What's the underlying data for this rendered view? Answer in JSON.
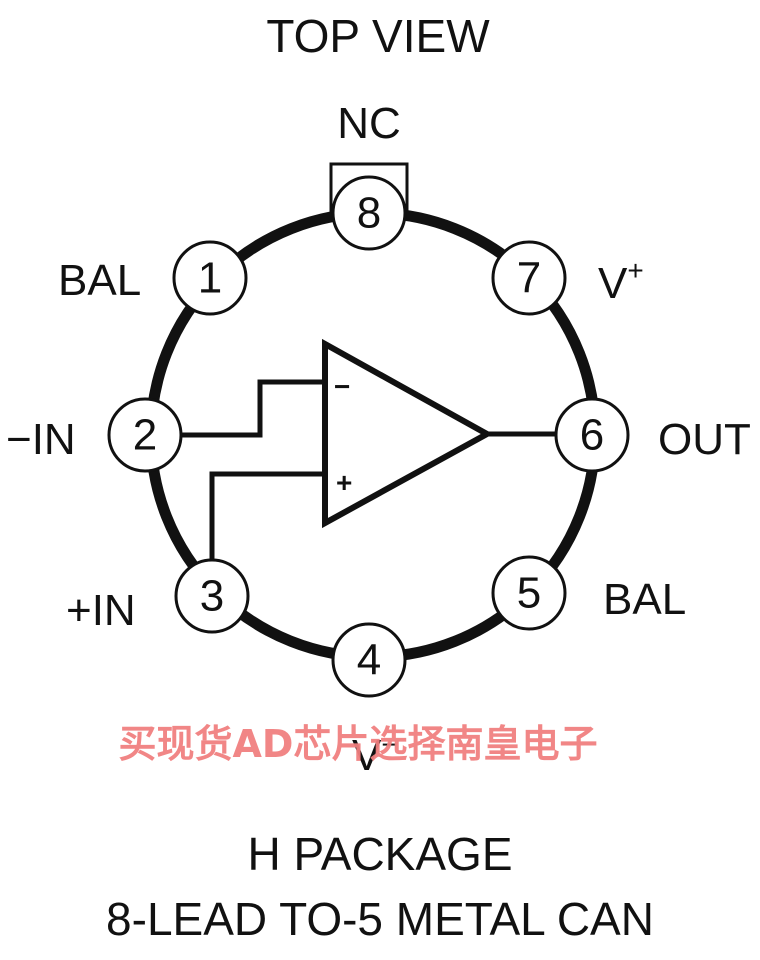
{
  "title": "TOP VIEW",
  "pins": {
    "p1": {
      "number": "1",
      "label": "BAL"
    },
    "p2": {
      "number": "2",
      "label": "−IN"
    },
    "p3": {
      "number": "3",
      "label": "+IN"
    },
    "p4": {
      "number": "4",
      "label": "V"
    },
    "p5": {
      "number": "5",
      "label": "BAL"
    },
    "p6": {
      "number": "6",
      "label": "OUT"
    },
    "p7": {
      "number": "7",
      "label": "V"
    },
    "p8": {
      "number": "8",
      "label": "NC"
    }
  },
  "pin4_sup": "−",
  "pin7_sup": "+",
  "opamp": {
    "minus": "−",
    "plus": "+"
  },
  "watermark": "买现货AD芯片选择南皇电子",
  "package_line1": "H PACKAGE",
  "package_line2": "8-LEAD TO-5 METAL CAN",
  "colors": {
    "ink": "#111111",
    "watermark": "#f08080"
  }
}
